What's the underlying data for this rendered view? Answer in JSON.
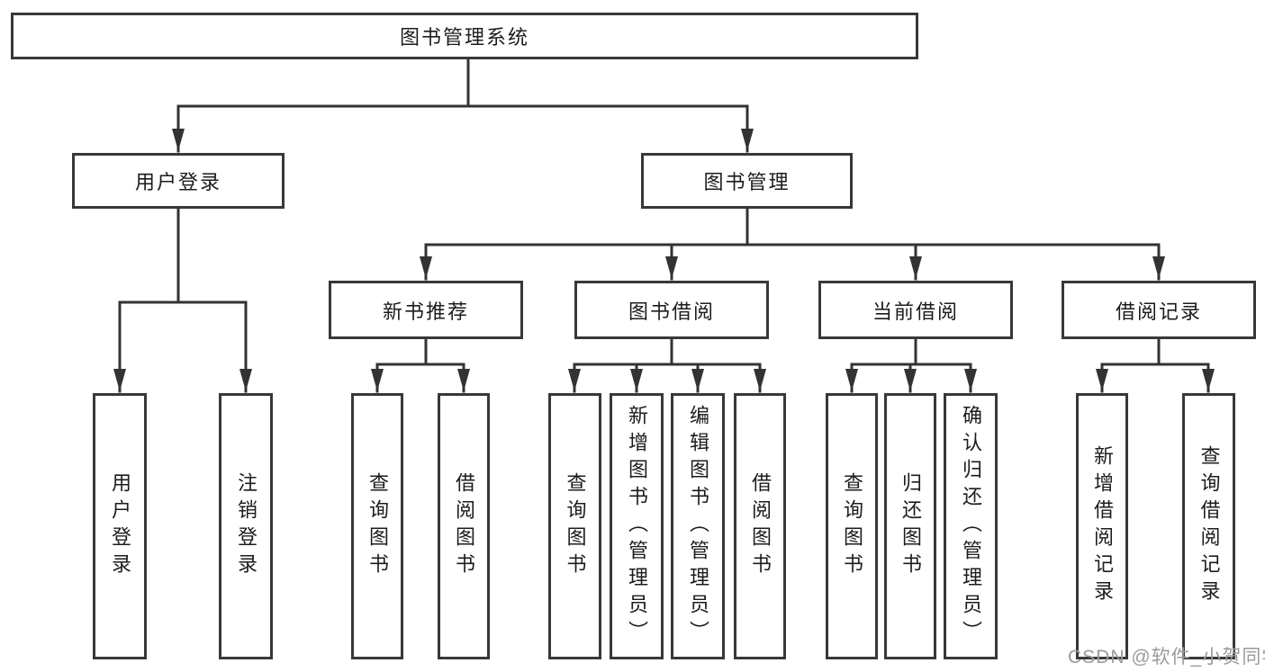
{
  "tree": {
    "root": {
      "label": "图书管理系统",
      "children": [
        {
          "label": "用户登录",
          "children": [
            {
              "label": "用户登录"
            },
            {
              "label": "注销登录"
            }
          ]
        },
        {
          "label": "图书管理",
          "children": [
            {
              "label": "新书推荐",
              "children": [
                {
                  "label": "查询图书"
                },
                {
                  "label": "借阅图书"
                }
              ]
            },
            {
              "label": "图书借阅",
              "children": [
                {
                  "label": "查询图书"
                },
                {
                  "label": "新增图书（管理员）"
                },
                {
                  "label": "编辑图书（管理员）"
                },
                {
                  "label": "借阅图书"
                }
              ]
            },
            {
              "label": "当前借阅",
              "children": [
                {
                  "label": "查询图书"
                },
                {
                  "label": "归还图书"
                },
                {
                  "label": "确认归还（管理员）"
                }
              ]
            },
            {
              "label": "借阅记录",
              "children": [
                {
                  "label": "新增借阅记录"
                },
                {
                  "label": "查询借阅记录"
                }
              ]
            }
          ]
        }
      ]
    }
  },
  "watermark": {
    "text": "CSDN @软件_小贺同学"
  },
  "colors": {
    "line": "#333333",
    "border": "#383838",
    "text": "#1c1c1c",
    "background": "#ffffff",
    "watermark": "#9b9b9b"
  }
}
